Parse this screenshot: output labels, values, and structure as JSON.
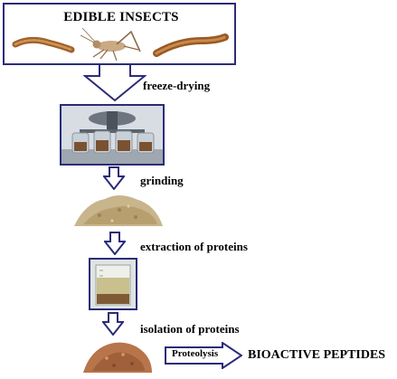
{
  "diagram": {
    "title": "EDIBLE INSECTS",
    "steps": [
      {
        "label": "freeze-drying"
      },
      {
        "label": "grinding"
      },
      {
        "label": "extraction of proteins"
      },
      {
        "label": "isolation of proteins"
      }
    ],
    "process_arrow": {
      "label": "Proteolysis"
    },
    "final_product": "BIOACTIVE PEPTIDES",
    "insects": [
      "mealworm-larva",
      "cricket",
      "mealworm-larva"
    ],
    "colors": {
      "frame_border": "#2b2c78",
      "arrow_fill": "#ffffff",
      "arrow_stroke": "#2b2c78",
      "larva": "#a0622b",
      "powder": "#c9b58c",
      "ground_insects": "#b8744a"
    }
  }
}
